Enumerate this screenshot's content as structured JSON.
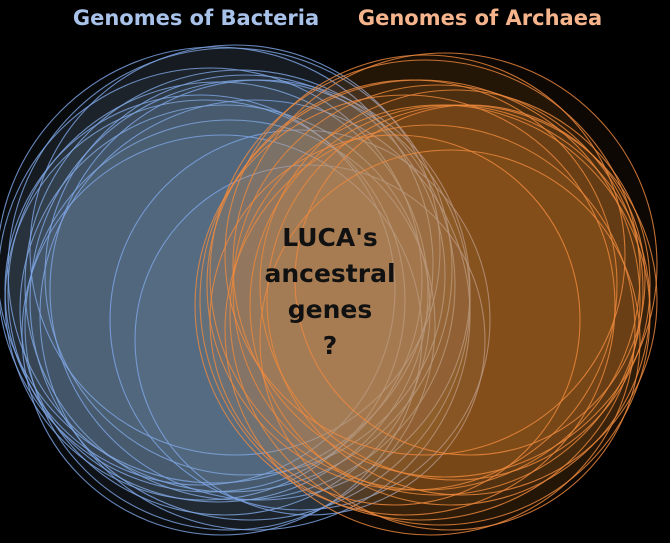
{
  "titles": {
    "bacteria": "Genomes of Bacteria",
    "archaea": "Genomes of Archaea"
  },
  "center_label": {
    "lines": [
      "LUCA's",
      "ancestral",
      "genes",
      "?"
    ]
  },
  "colors": {
    "background": "#000000",
    "bacteria_stroke": "#7ea6e8",
    "bacteria_fill": "#8fb0e0",
    "bacteria_title": "#a9c2ea",
    "archaea_stroke": "#f08a3e",
    "archaea_fill": "#e8893b",
    "archaea_title": "#f6b48c",
    "label_text": "#111111"
  }
}
